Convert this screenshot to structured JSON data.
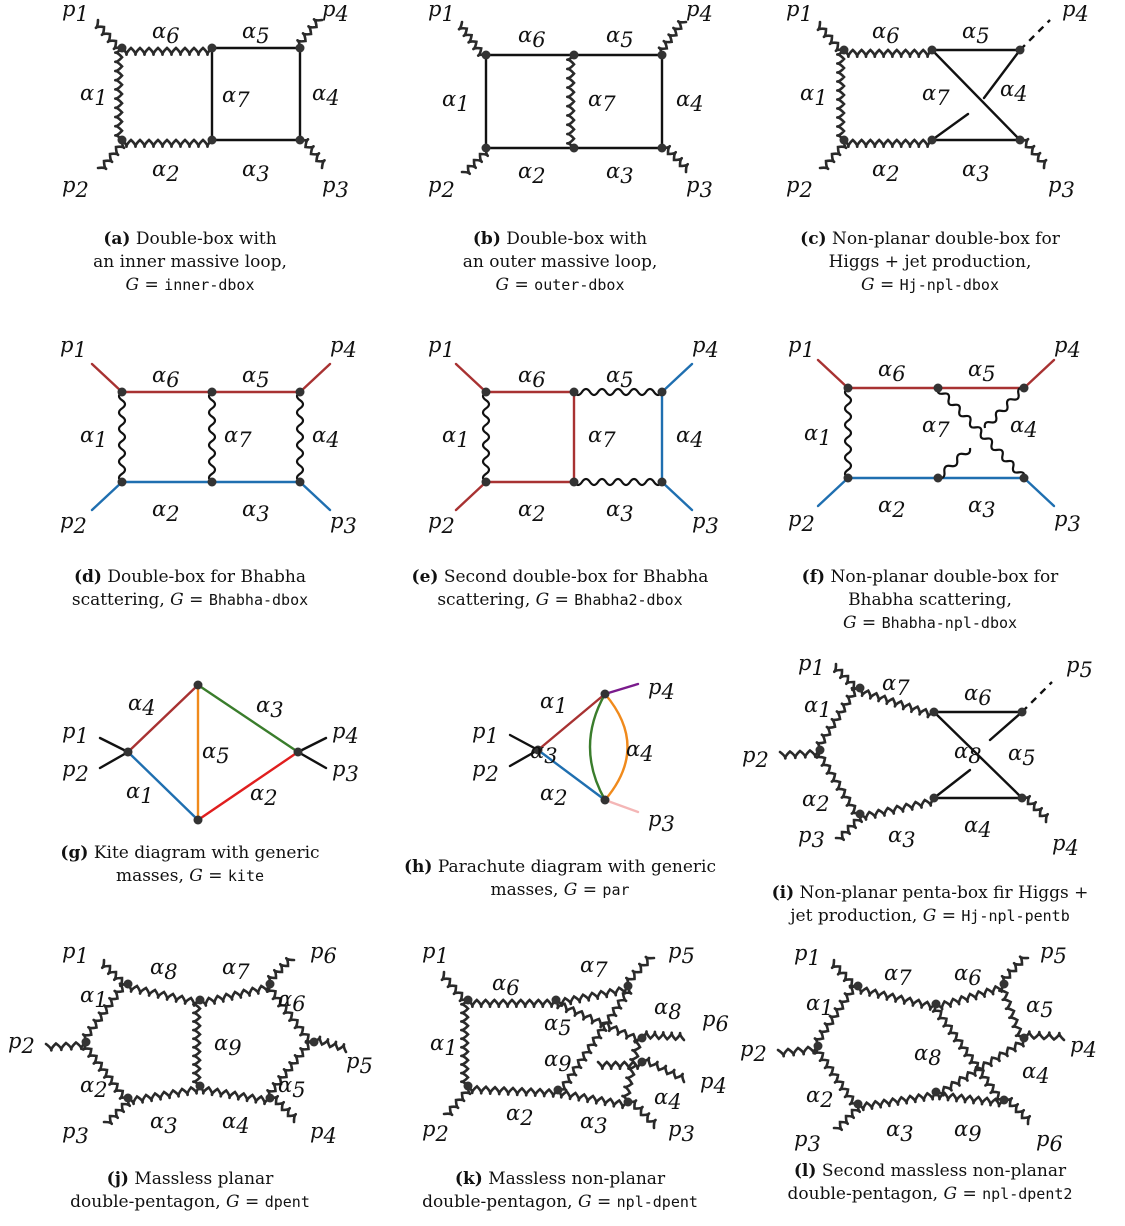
{
  "colors": {
    "line": "#111111",
    "red": "#a83232",
    "blue": "#1f6fb0",
    "green": "#3a7d2c",
    "orange": "#f08a1c",
    "brightred": "#e01e1e",
    "purple": "#7a1b8c",
    "pink": "#f4b6b6",
    "vertex": "#333333"
  },
  "diagrams": [
    {
      "key": "a",
      "caption": {
        "tag": "(a)",
        "lines": [
          "Double-box with",
          "an inner massive loop,"
        ],
        "g": "inner-dbox"
      },
      "labels": {
        "p1": "p",
        "p1s": "1",
        "p2": "p",
        "p2s": "2",
        "p3": "p",
        "p3s": "3",
        "p4": "p",
        "p4s": "4",
        "a1": "1",
        "a2": "2",
        "a3": "3",
        "a4": "4",
        "a5": "5",
        "a6": "6",
        "a7": "7"
      }
    },
    {
      "key": "b",
      "caption": {
        "tag": "(b)",
        "lines": [
          "Double-box with",
          "an outer massive loop,"
        ],
        "g": "outer-dbox"
      }
    },
    {
      "key": "c",
      "caption": {
        "tag": "(c)",
        "lines": [
          "Non-planar double-box for",
          "Higgs + jet production,"
        ],
        "g": "Hj-npl-dbox"
      }
    },
    {
      "key": "d",
      "caption": {
        "tag": "(d)",
        "lines": [
          "Double-box for Bhabha",
          "scattering, G = "
        ],
        "g": "Bhabha-dbox"
      }
    },
    {
      "key": "e",
      "caption": {
        "tag": "(e)",
        "lines": [
          "Second double-box for Bhabha",
          "scattering, G = "
        ],
        "g": "Bhabha2-dbox"
      }
    },
    {
      "key": "f",
      "caption": {
        "tag": "(f)",
        "lines": [
          "Non-planar double-box for",
          "Bhabha scattering,"
        ],
        "g": "Bhabha-npl-dbox"
      }
    },
    {
      "key": "g",
      "caption": {
        "tag": "(g)",
        "lines": [
          "Kite diagram with generic",
          "masses, G = "
        ],
        "g": "kite"
      }
    },
    {
      "key": "h",
      "caption": {
        "tag": "(h)",
        "lines": [
          "Parachute diagram with generic",
          "masses, G = "
        ],
        "g": "par"
      }
    },
    {
      "key": "i",
      "caption": {
        "tag": "(i)",
        "lines": [
          "Non-planar penta-box fir Higgs +",
          "jet production, G = "
        ],
        "g": "Hj-npl-pentb"
      }
    },
    {
      "key": "j",
      "caption": {
        "tag": "(j)",
        "lines": [
          "Massless planar",
          "double-pentagon, G = "
        ],
        "g": "dpent"
      }
    },
    {
      "key": "k",
      "caption": {
        "tag": "(k)",
        "lines": [
          "Massless non-planar",
          "double-pentagon, G = "
        ],
        "g": "npl-dpent"
      }
    },
    {
      "key": "l",
      "caption": {
        "tag": "(l)",
        "lines": [
          "Second massless non-planar",
          "double-pentagon, G = "
        ],
        "g": "npl-dpent2"
      }
    }
  ]
}
